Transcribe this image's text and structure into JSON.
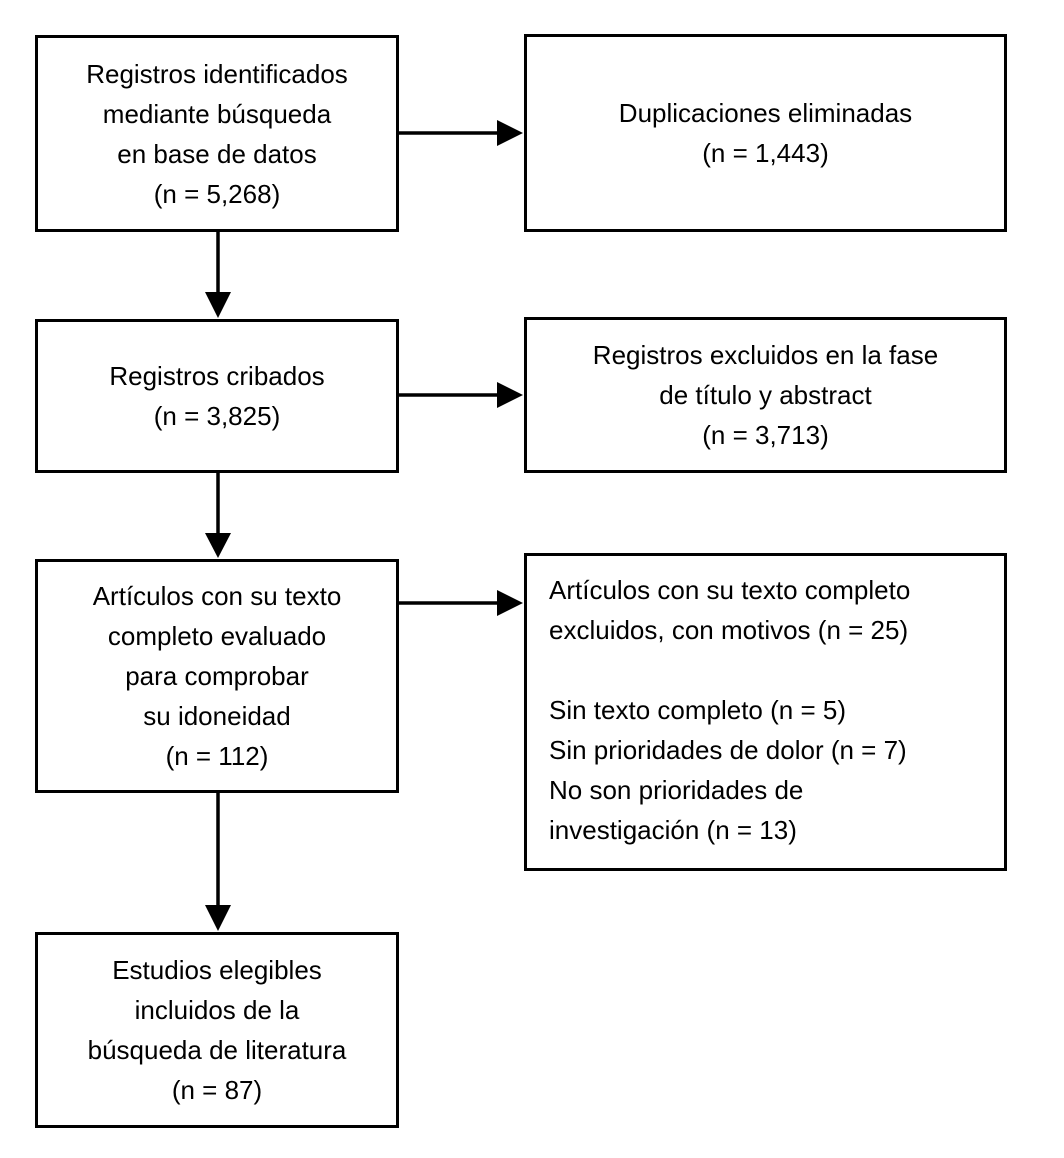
{
  "figure": {
    "type": "flowchart",
    "description": "PRISMA-style literature selection flow diagram (Spanish)",
    "colors": {
      "background": "#ffffff",
      "border": "#000000",
      "text": "#000000",
      "arrow": "#000000"
    }
  },
  "boxes": {
    "identified": {
      "text": "Registros identificados\nmediante búsqueda\nen base de datos\n(n = 5,268)",
      "n": "5,268"
    },
    "duplicates_removed": {
      "text": "Duplicaciones eliminadas\n(n = 1,443)",
      "n": "1,443"
    },
    "screened": {
      "text": "Registros cribados\n(n = 3,825)",
      "n": "3,825"
    },
    "excluded_title_abstract": {
      "text": "Registros excluidos en la fase\nde título y abstract\n(n = 3,713)",
      "n": "3,713"
    },
    "fulltext_assessed": {
      "text": "Artículos con su texto\ncompleto evaluado\npara comprobar\nsu idoneidad\n(n = 112)",
      "n": "112"
    },
    "fulltext_excluded": {
      "text": "Artículos con su texto completo\nexcluidos, con motivos (n = 25)\n\nSin texto completo (n = 5)\nSin prioridades de dolor (n = 7)\nNo son prioridades de\ninvestigación (n = 13)",
      "n": "25",
      "reasons": [
        {
          "label": "Sin texto completo",
          "n": "5"
        },
        {
          "label": "Sin prioridades de dolor",
          "n": "7"
        },
        {
          "label": "No son prioridades de investigación",
          "n": "13"
        }
      ]
    },
    "included": {
      "text": "Estudios elegibles\nincluidos de la\nbúsqueda de literatura\n(n = 87)",
      "n": "87"
    }
  }
}
